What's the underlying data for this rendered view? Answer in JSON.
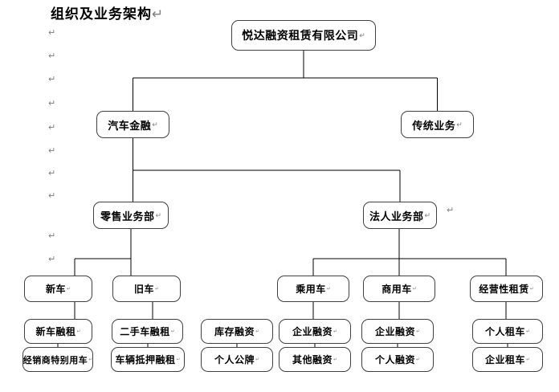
{
  "title": "组织及业务架构",
  "pilcrow": "↵",
  "org": {
    "root": "悦达融资租赁有限公司",
    "divisions": {
      "auto_finance": "汽车金融",
      "traditional_business": "传统业务"
    },
    "departments": {
      "retail": "零售业务部",
      "corporate": "法人业务部"
    },
    "segments": {
      "new_car": "新车",
      "used_car": "旧车",
      "passenger_car": "乘用车",
      "commercial_car": "商用车",
      "operating_lease": "经营性租赁"
    },
    "products_row1": {
      "new_car_finance_lease": "新车融租",
      "used_car_finance_lease": "二手车融租",
      "inventory_financing": "库存融资",
      "enterprise_financing_passenger": "企业融资",
      "enterprise_financing_commercial": "企业融资",
      "personal_car_rental": "个人租车"
    },
    "products_row2": {
      "dealer_special_vehicle": "经销商特别用车",
      "vehicle_mortgage_lease": "车辆抵押融租",
      "personal_public_plate": "个人公牌",
      "other_financing": "其他融资",
      "personal_financing": "个人融资",
      "enterprise_car_rental": "企业租车"
    }
  },
  "colors": {
    "box_border": "#404040",
    "connector": "#000000",
    "text": "#000000",
    "paragraph_mark": "#808080"
  }
}
